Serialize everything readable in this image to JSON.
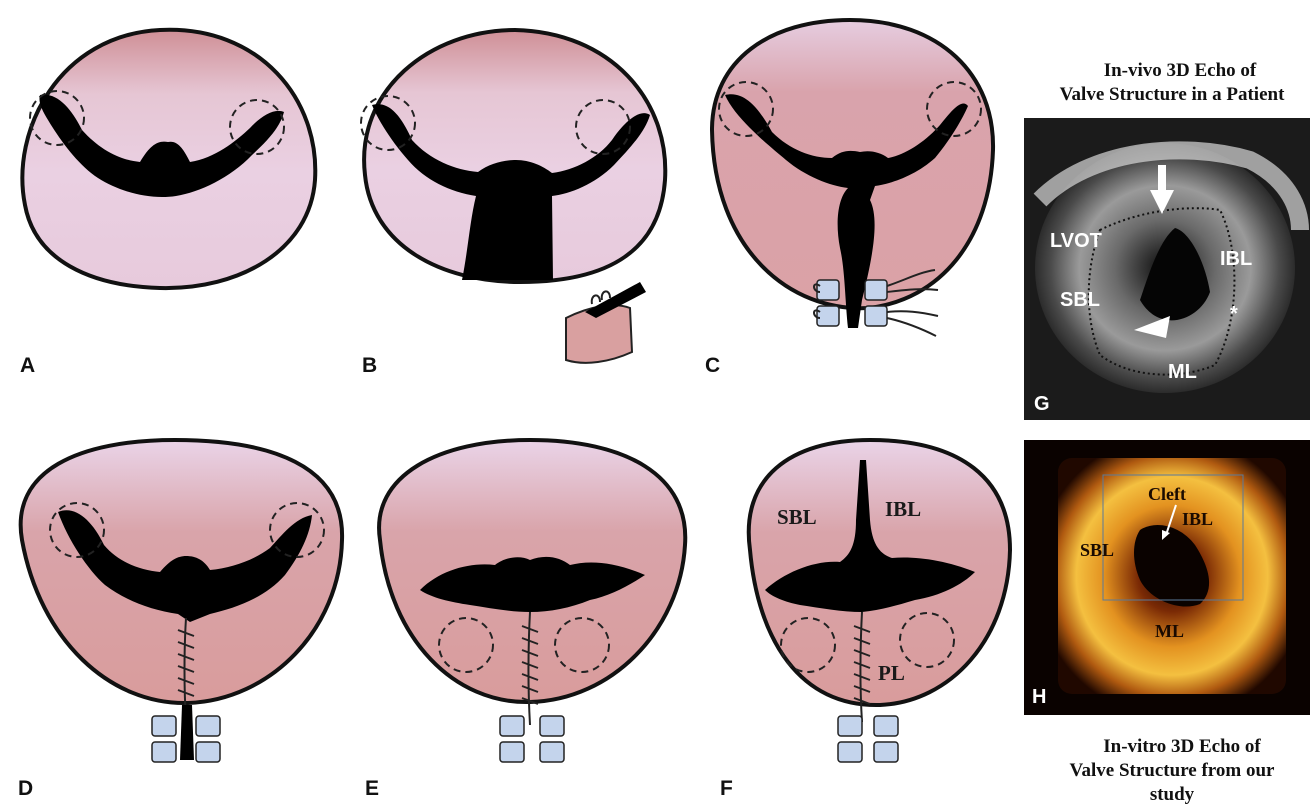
{
  "panels": {
    "a": "A",
    "b": "B",
    "c": "C",
    "d": "D",
    "e": "E",
    "f": "F",
    "g": "G",
    "h": "H"
  },
  "panel_f": {
    "sbl": "SBL",
    "ibl": "IBL",
    "pl": "PL"
  },
  "panel_g": {
    "caption_line1": "In-vivo 3D Echo of",
    "caption_line2": "Valve Structure in a Patient",
    "lvot": "LVOT",
    "sbl": "SBL",
    "ibl": "IBL",
    "ml": "ML",
    "asterisk": "*"
  },
  "panel_h": {
    "caption_line1": "In-vitro 3D Echo of",
    "caption_line2": "Valve Structure from our",
    "caption_line3": "study",
    "cleft": "Cleft",
    "ibl": "IBL",
    "sbl": "SBL",
    "ml": "ML"
  },
  "colors": {
    "annulus_top": "#e6d0e0",
    "annulus_mid": "#d9a0a8",
    "annulus_bottom": "#e8c8d8",
    "leaflet": "#000000",
    "pledget": "#c4d4ec",
    "echo_g_bg": "#1b1b1b",
    "echo_h_bg": "#0a0200",
    "echo_h_glow": "#f0a020"
  }
}
